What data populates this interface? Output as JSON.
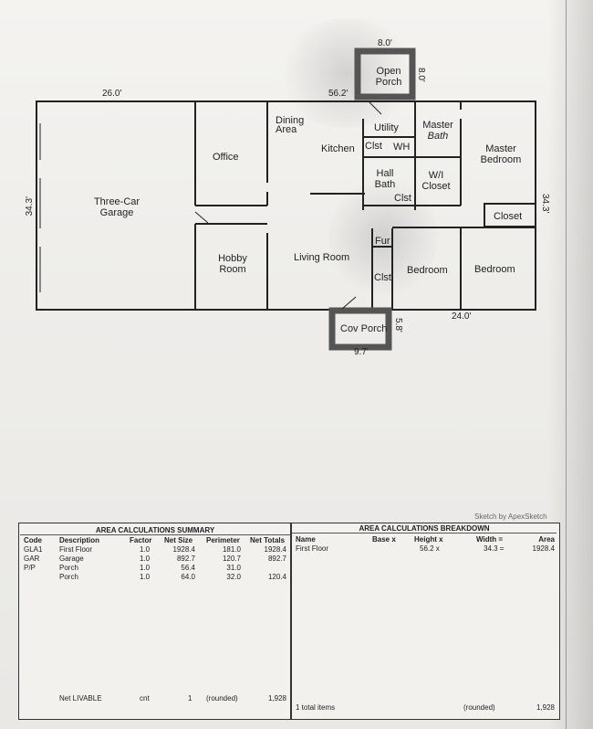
{
  "floorplan": {
    "dimensions": {
      "porch_top_width": "8.0'",
      "porch_top_depth": "8.0'",
      "overall_width_left": "26.0'",
      "overall_width": "56.2'",
      "depth_left": "34.3'",
      "depth_right": "34.3'",
      "bottom_right_width": "24.0'",
      "cov_porch_depth": "5.8'",
      "cov_porch_width": "9.7'"
    },
    "rooms": {
      "open_porch_l1": "Open",
      "open_porch_l2": "Porch",
      "dining_l1": "Dining",
      "dining_l2": "Area",
      "utility": "Utility",
      "master_bath_l1": "Master",
      "master_bath_l2": "Bath",
      "master_bed_l1": "Master",
      "master_bed_l2": "Bedroom",
      "office": "Office",
      "kitchen": "Kitchen",
      "clst1": "Clst",
      "wh": "WH",
      "hall_bath_l1": "Hall",
      "hall_bath_l2": "Bath",
      "wi_closet_l1": "W/I",
      "wi_closet_l2": "Closet",
      "clst2": "Clst",
      "closet": "Closet",
      "garage_l1": "Three-Car",
      "garage_l2": "Garage",
      "fur": "Fur",
      "hobby_l1": "Hobby",
      "hobby_l2": "Room",
      "living": "Living Room",
      "bedroom1": "Bedroom",
      "bedroom2": "Bedroom",
      "clst3": "Clst",
      "cov_porch": "Cov Porch"
    },
    "credit": "Sketch by ApexSketch"
  },
  "summary": {
    "title": "AREA CALCULATIONS SUMMARY",
    "headers": [
      "Code",
      "Description",
      "Factor",
      "Net Size",
      "Perimeter",
      "Net Totals"
    ],
    "rows": [
      [
        "GLA1",
        "First Floor",
        "1.0",
        "1928.4",
        "181.0",
        "1928.4"
      ],
      [
        "GAR",
        "Garage",
        "1.0",
        "892.7",
        "120.7",
        "892.7"
      ],
      [
        "P/P",
        "Porch",
        "1.0",
        "56.4",
        "31.0",
        ""
      ],
      [
        "",
        "Porch",
        "1.0",
        "64.0",
        "32.0",
        "120.4"
      ]
    ],
    "footer": {
      "label": "Net LIVABLE",
      "cnt": "cnt",
      "count": "1",
      "rounded": "(rounded)",
      "total": "1,928"
    }
  },
  "breakdown": {
    "title": "AREA CALCULATIONS BREAKDOWN",
    "headers": [
      "Name",
      "Base x",
      "Height x",
      "Width =",
      "Area"
    ],
    "rows": [
      [
        "First Floor",
        "",
        "56.2 x",
        "34.3 =",
        "1928.4"
      ]
    ],
    "footer": {
      "items": "1 total items",
      "rounded": "(rounded)",
      "total": "1,928"
    }
  }
}
